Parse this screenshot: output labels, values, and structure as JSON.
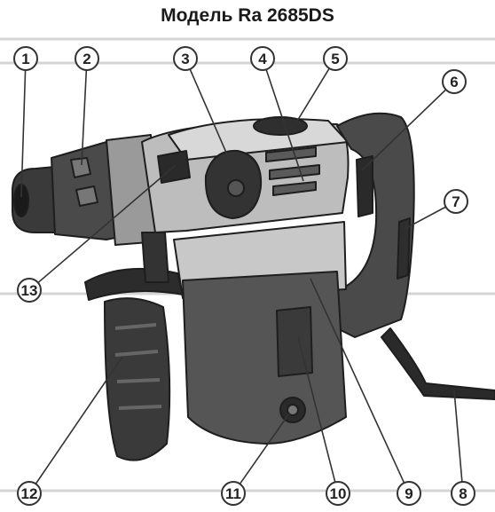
{
  "title": "Модель Ra 2685DS",
  "colors": {
    "body_dark": "#3a3a3a",
    "body_mid": "#6b6b6b",
    "body_light": "#bdbdbd",
    "guide_line": "#d4d4d4",
    "callout_stroke": "#333333"
  },
  "callouts": [
    {
      "label": "1"
    },
    {
      "label": "2"
    },
    {
      "label": "3"
    },
    {
      "label": "4"
    },
    {
      "label": "5"
    },
    {
      "label": "6"
    },
    {
      "label": "7"
    },
    {
      "label": "8"
    },
    {
      "label": "9"
    },
    {
      "label": "10"
    },
    {
      "label": "11"
    },
    {
      "label": "12"
    },
    {
      "label": "13"
    }
  ]
}
